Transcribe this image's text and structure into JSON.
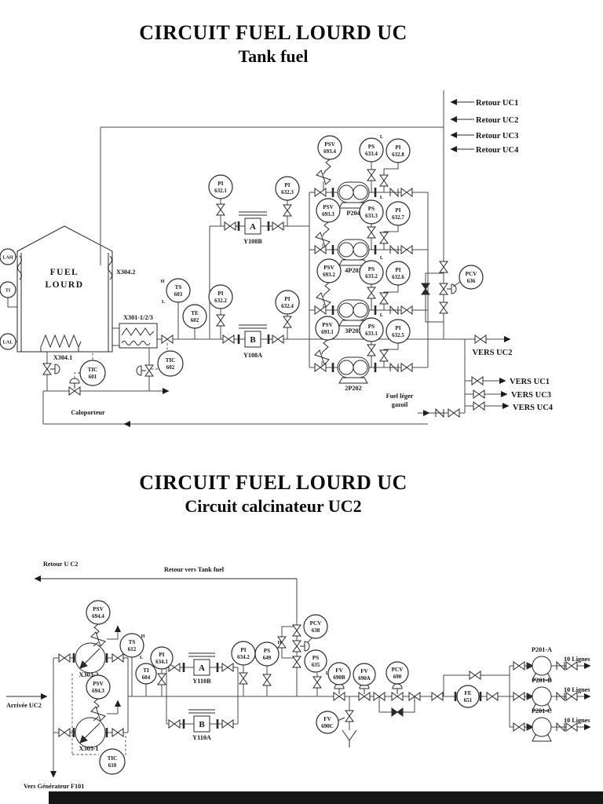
{
  "colors": {
    "background": "#ffffff",
    "line": "#4a4a4a",
    "text": "#151515",
    "footer_bar": "#161616"
  },
  "top_diagram": {
    "title": "CIRCUIT FUEL LOURD UC",
    "subtitle": "Tank fuel",
    "labels": {
      "retour_uc1": "Retour UC1",
      "retour_uc2": "Retour UC2",
      "retour_uc3": "Retour UC3",
      "retour_uc4": "Retour UC4",
      "vers_uc2": "VERS UC2",
      "vers_uc1": "VERS UC1",
      "vers_uc3": "VERS UC3",
      "vers_uc4": "VERS UC4",
      "fuel_leger_1": "Fuel léger",
      "fuel_leger_2": "gazoil",
      "caloporteur": "Caloporteur",
      "tank_1": "FUEL",
      "tank_2": "LOURD",
      "x304_2": "X304.2",
      "x304_1": "X304.1",
      "exchanger": "X301-1/2/3",
      "filter_a": "A",
      "filter_b": "B",
      "y108b": "Y108B",
      "y108a": "Y108A",
      "pump_1": "P204",
      "pump_2": "4P202",
      "pump_3": "3P202",
      "pump_4": "2P202",
      "h": "H",
      "l": "L"
    },
    "instruments": {
      "psv693_4": [
        "PSV",
        "693.4"
      ],
      "ps633_4": [
        "PS",
        "633.4"
      ],
      "pi632_8": [
        "PI",
        "632.8"
      ],
      "psv693_3": [
        "PSV",
        "693.3"
      ],
      "ps633_3": [
        "PS",
        "633.3"
      ],
      "pi632_7": [
        "PI",
        "632.7"
      ],
      "psv693_2": [
        "PSV",
        "693.2"
      ],
      "ps633_2": [
        "PS",
        "633.2"
      ],
      "pi632_6": [
        "PI",
        "632.6"
      ],
      "psv693_1": [
        "PSV",
        "693.1"
      ],
      "ps633_1": [
        "PS",
        "633.1"
      ],
      "pi632_5": [
        "PI",
        "632.5"
      ],
      "pi632_1": [
        "PI",
        "632.1"
      ],
      "pi632_3": [
        "PI",
        "632.3"
      ],
      "pi632_2": [
        "PI",
        "632.2"
      ],
      "pi632_4": [
        "PI",
        "632.4"
      ],
      "ts603": [
        "TS",
        "603"
      ],
      "te602": [
        "TE",
        "602"
      ],
      "tic601": [
        "TIC",
        "601"
      ],
      "tic602": [
        "TIC",
        "602"
      ],
      "pcv636": [
        "PCV",
        "636"
      ],
      "lah": "LAH",
      "ti": "TI",
      "lal": "LAL"
    }
  },
  "bottom_diagram": {
    "title": "CIRCUIT FUEL LOURD UC",
    "subtitle": "Circuit calcinateur UC2",
    "labels": {
      "retour_u_c2": "Retour U C2",
      "retour_tank": "Retour vers Tank fuel",
      "arrivee_uc2": "Arrivée UC2",
      "vers_generateur": "Vers Générateur F101",
      "x303_2": "X303-2",
      "x303_1": "X303-1",
      "filter_a": "A",
      "filter_b": "B",
      "y110b": "Y110B",
      "y110a": "Y110A",
      "p201a": "P201-A",
      "p201b": "P201-B",
      "p201c": "P201-C",
      "dix_lignes": "10 Lignes",
      "h": "H",
      "l": "L"
    },
    "instruments": {
      "psv694_4": [
        "PSV",
        "694.4"
      ],
      "psv694_3": [
        "PSV",
        "694.3"
      ],
      "ts612": [
        "TS",
        "612"
      ],
      "ti604": [
        "TI",
        "604"
      ],
      "pi634_1": [
        "PI",
        "634.1"
      ],
      "tic610": [
        "TIC",
        "610"
      ],
      "pi634_2": [
        "PI",
        "634.2"
      ],
      "ps649": [
        "PS",
        "649"
      ],
      "pcv638": [
        "PCV",
        "638"
      ],
      "ps635": [
        "PS",
        "635"
      ],
      "fv690b": [
        "FV",
        "690B"
      ],
      "fv690a": [
        "FV",
        "690A"
      ],
      "pcv690": [
        "PCV",
        "690"
      ],
      "fv690c": [
        "FV",
        "690C"
      ],
      "fe651": [
        "FE",
        "651"
      ]
    }
  }
}
